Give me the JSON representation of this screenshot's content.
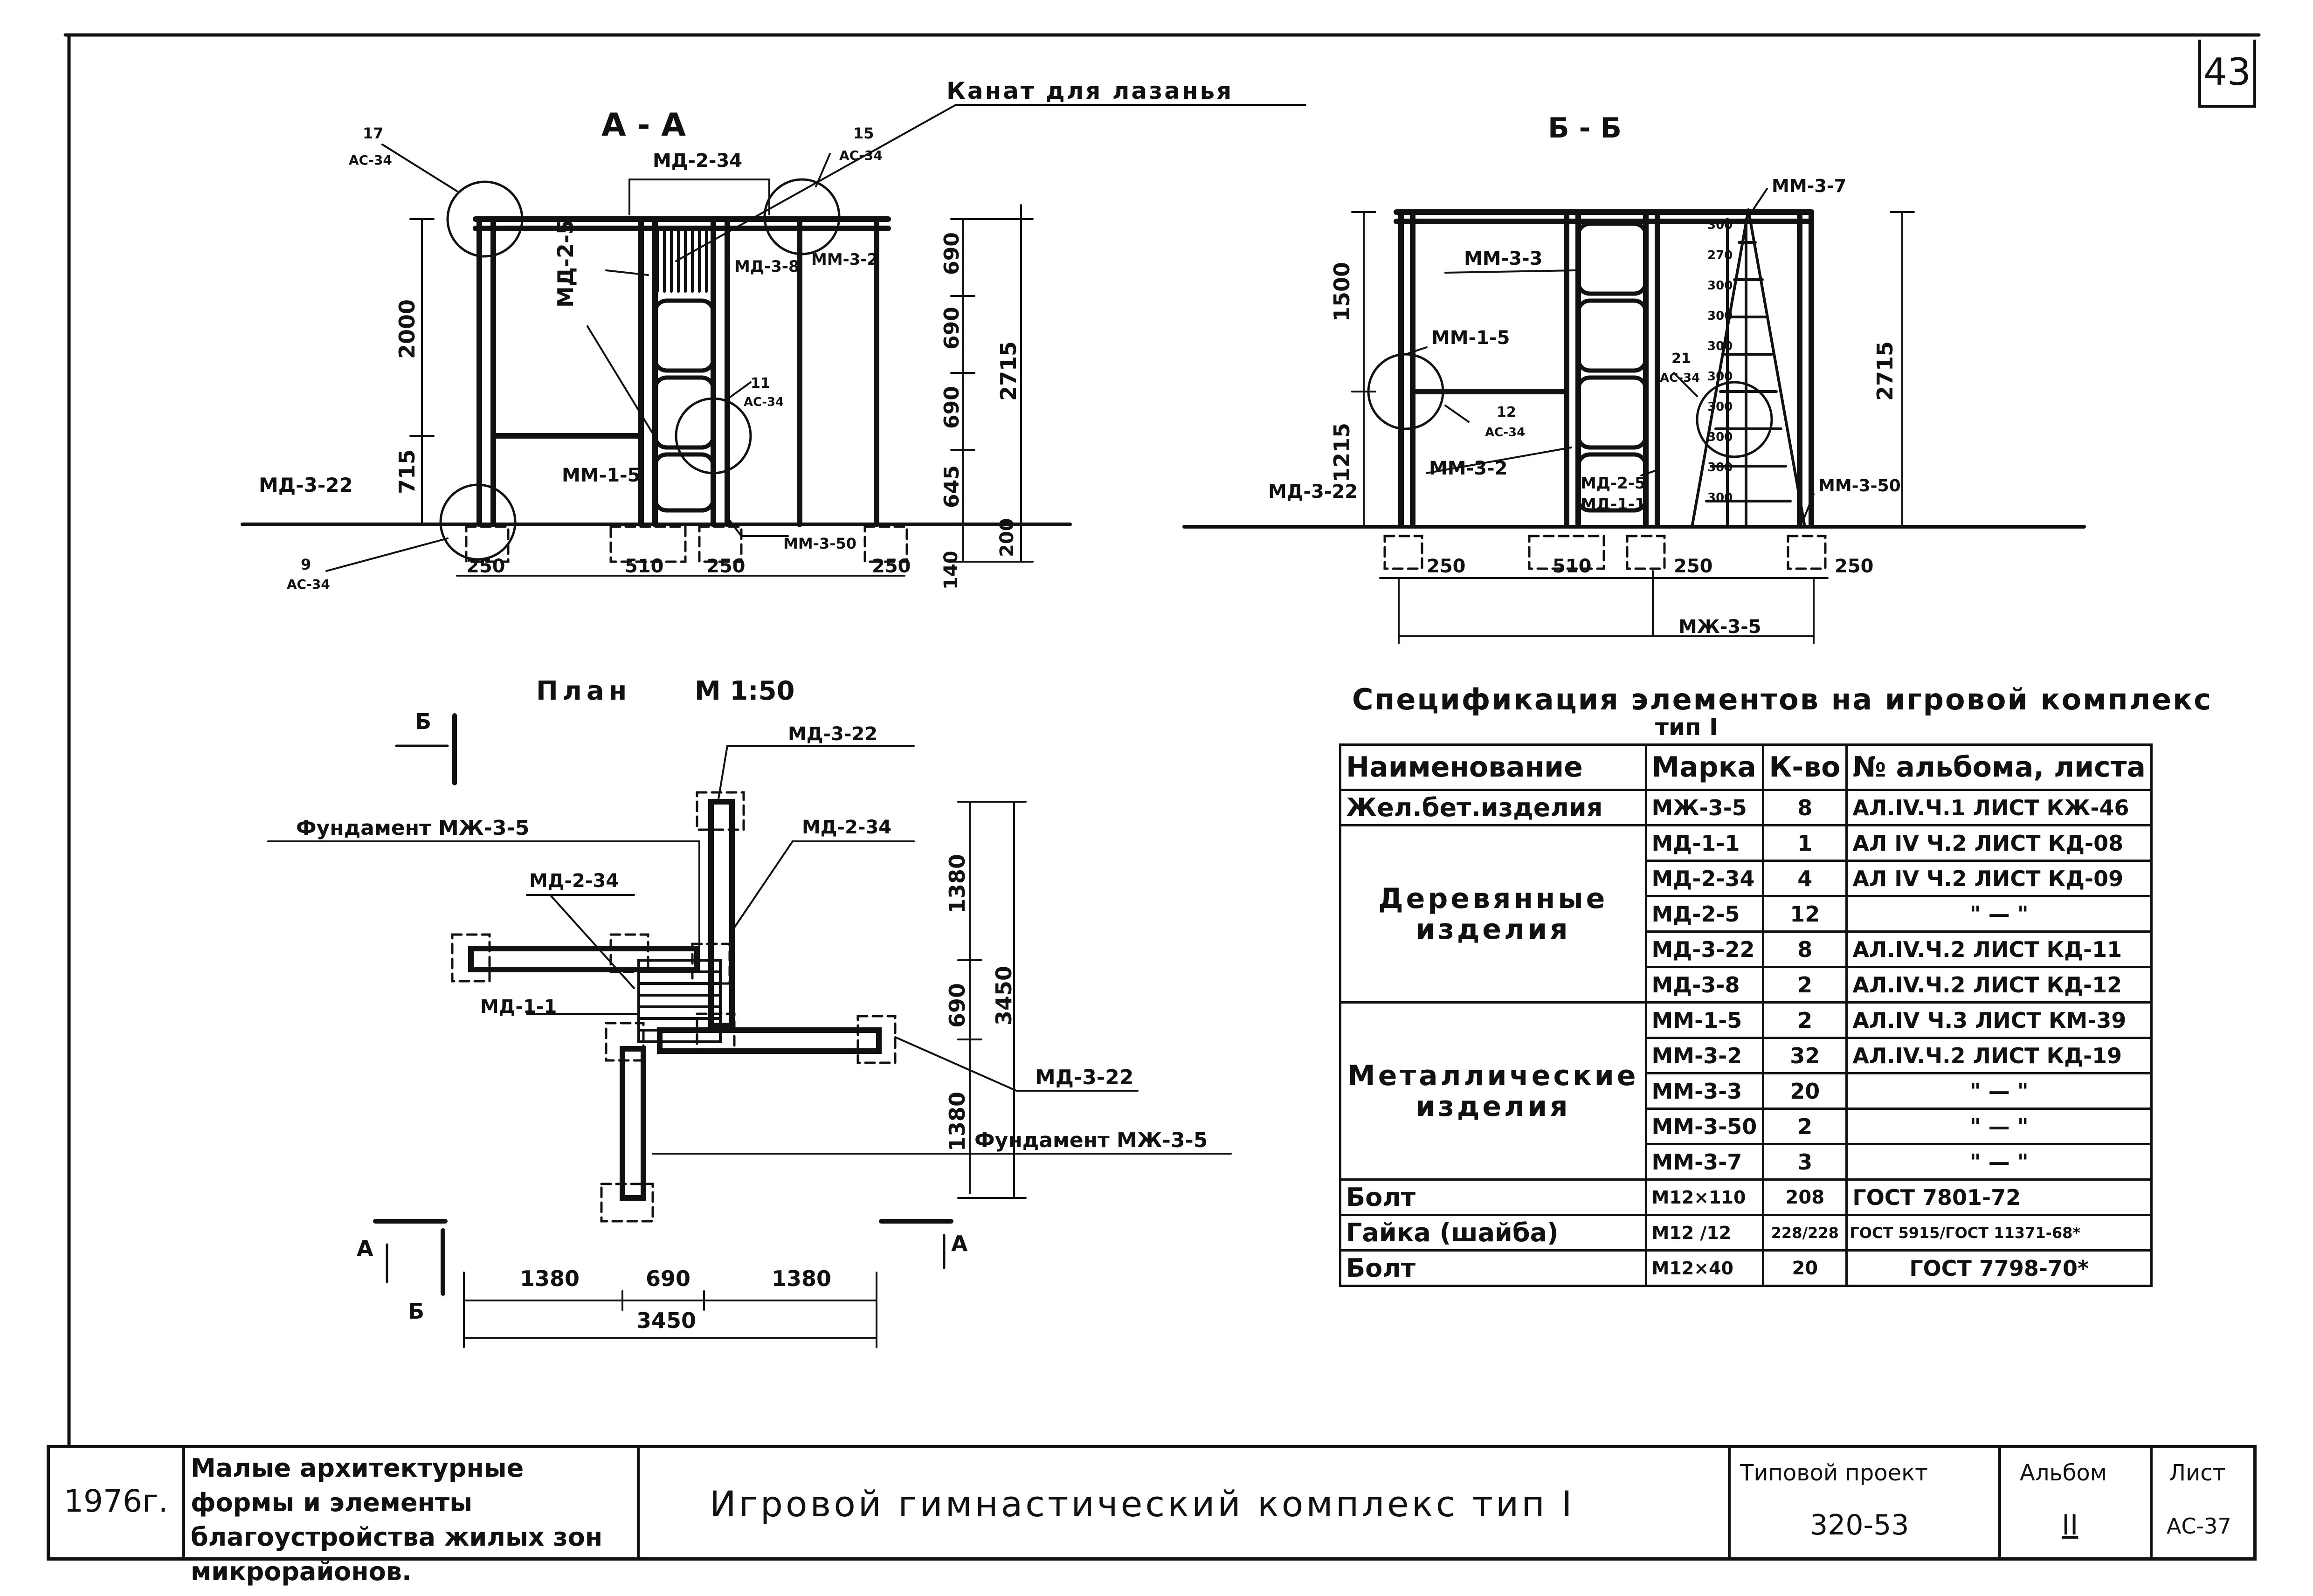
{
  "page_number": "43",
  "views": {
    "section_aa": "А - А",
    "section_bb": "Б - Б",
    "plan": "План",
    "plan_scale": "М 1:50"
  },
  "callouts": {
    "rope": "Канат для лазанья",
    "aa": {
      "md_2_34_top": "МД-2-34",
      "md_3_8": "МД-3-8",
      "mm_3_2_top": "ММ-3-2",
      "md_2_5": "МД-2-5",
      "mm_1_5": "ММ-1-5",
      "md_3_22": "МД-3-22",
      "mm_3_50": "ММ-3-50",
      "c17": "17",
      "c17s": "АС-34",
      "c15": "15",
      "c15s": "АС-34",
      "c11": "11",
      "c11s": "АС-34",
      "c9": "9",
      "c9s": "АС-34",
      "dim_2000": "2000",
      "dim_715": "715",
      "dim_2715": "2715",
      "dim_690a": "690",
      "dim_690b": "690",
      "dim_690c": "690",
      "dim_645": "645",
      "dim_200": "200",
      "dim_140": "140",
      "dim_250a": "250",
      "dim_510": "510",
      "dim_250b": "250",
      "dim_250c": "250"
    },
    "bb": {
      "mm_3_7": "ММ-3-7",
      "mm_3_3": "ММ-3-3",
      "mm_1_5": "ММ-1-5",
      "mm_3_2": "ММ-3-2",
      "md_2_5": "МД-2-5",
      "md_1_1": "МД-1-1",
      "md_3_22": "МД-3-22",
      "mm_3_50": "ММ-3-50",
      "mzh_3_5": "МЖ-3-5",
      "c12": "12",
      "c12s": "АС-34",
      "c21": "21",
      "c21s": "АС-34",
      "dim_1500": "1500",
      "dim_1215": "1215",
      "dim_2715": "2715",
      "dim_250a": "250",
      "dim_510": "510",
      "dim_250b": "250",
      "dim_250c": "250",
      "ladder": [
        "300",
        "270",
        "300",
        "300",
        "300",
        "300",
        "300",
        "300",
        "300",
        "300"
      ]
    },
    "plan": {
      "md_3_22_top": "МД-3-22",
      "foundation_top": "Фундамент МЖ-3-5",
      "md_2_34_a": "МД-2-34",
      "md_2_34_b": "МД-2-34",
      "md_1_1": "МД-1-1",
      "md_3_22_right": "МД-3-22",
      "foundation_right": "Фундамент МЖ-3-5",
      "cut_b": "Б",
      "cut_a": "А",
      "dim_1380_v": "1380",
      "dim_690_v": "690",
      "dim_1380_v2": "1380",
      "dim_3450_v": "3450",
      "dim_1380_h": "1380",
      "dim_690_h": "690",
      "dim_1380_h2": "1380",
      "dim_3450_h": "3450"
    }
  },
  "spec": {
    "title": "Спецификация элементов на игровой комплекс",
    "subtitle": "тип I",
    "headers": [
      "Наименование",
      "Марка",
      "К-во",
      "№ альбома, листа"
    ],
    "rows": [
      {
        "group": "Жел.бет.изделия",
        "mark": "МЖ-3-5",
        "qty": "8",
        "ref": "АЛ.IV.Ч.1 ЛИСТ КЖ-46"
      },
      {
        "group": "Деревянные изделия",
        "mark": "МД-1-1",
        "qty": "1",
        "ref": "АЛ IV Ч.2 ЛИСТ КД-08"
      },
      {
        "group": "",
        "mark": "МД-2-34",
        "qty": "4",
        "ref": "АЛ IV Ч.2 ЛИСТ КД-09"
      },
      {
        "group": "",
        "mark": "МД-2-5",
        "qty": "12",
        "ref": "\" — \""
      },
      {
        "group": "",
        "mark": "МД-3-22",
        "qty": "8",
        "ref": "АЛ.IV.Ч.2 ЛИСТ КД-11"
      },
      {
        "group": "",
        "mark": "МД-3-8",
        "qty": "2",
        "ref": "АЛ.IV.Ч.2 ЛИСТ КД-12"
      },
      {
        "group": "Металлические изделия",
        "mark": "ММ-1-5",
        "qty": "2",
        "ref": "АЛ.IV Ч.3 ЛИСТ КМ-39"
      },
      {
        "group": "",
        "mark": "ММ-3-2",
        "qty": "32",
        "ref": "АЛ.IV.Ч.2 ЛИСТ КД-19"
      },
      {
        "group": "",
        "mark": "ММ-3-3",
        "qty": "20",
        "ref": "\" — \""
      },
      {
        "group": "",
        "mark": "ММ-3-50",
        "qty": "2",
        "ref": "\" — \""
      },
      {
        "group": "",
        "mark": "ММ-3-7",
        "qty": "3",
        "ref": "\" — \""
      },
      {
        "group": "Болт",
        "mark": "М12×110",
        "qty": "208",
        "ref": "ГОСТ 7801-72"
      },
      {
        "group": "Гайка (шайба)",
        "mark": "М12 /12",
        "qty": "228/228",
        "ref": "ГОСТ 5915/ГОСТ 11371-68*"
      },
      {
        "group": "Болт",
        "mark": "М12×40",
        "qty": "20",
        "ref": "ГОСТ 7798-70*"
      }
    ]
  },
  "title_block": {
    "year": "1976г.",
    "series": "Малые архитектурные формы и элементы благоустройства жилых зон микрорайонов.",
    "title": "Игровой гимнастический комплекс тип I",
    "project_label": "Типовой проект",
    "project_value": "320-53",
    "album_label": "Альбом",
    "album_value": "II",
    "sheet_label": "Лист",
    "sheet_value": "АС-37"
  }
}
